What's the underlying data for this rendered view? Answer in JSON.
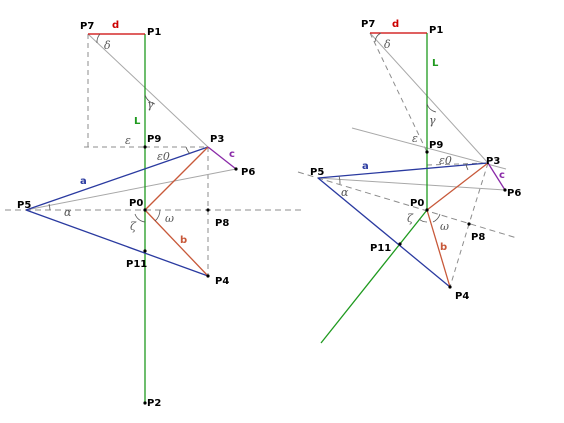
{
  "colors": {
    "green": "#1f9a1f",
    "blue": "#2a3aa0",
    "red": "#cc0000",
    "orange": "#c8593a",
    "purple": "#8a2aa8",
    "gray": "#9a9a9a",
    "dash": "#8c8c8c"
  },
  "labels": {
    "points": {
      "P0": "P0",
      "P1": "P1",
      "P2": "P2",
      "P3": "P3",
      "P4": "P4",
      "P5": "P5",
      "P6": "P6",
      "P7": "P7",
      "P8": "P8",
      "P9": "P9",
      "P11": "P11"
    },
    "segments": {
      "a": "a",
      "b": "b",
      "c": "c",
      "d": "d",
      "L": "L"
    },
    "angles": {
      "alpha": "α",
      "gamma": "γ",
      "delta": "δ",
      "epsilon": "ε",
      "epsilon0": "ε0",
      "omega": "ω",
      "zeta": "ζ"
    }
  }
}
